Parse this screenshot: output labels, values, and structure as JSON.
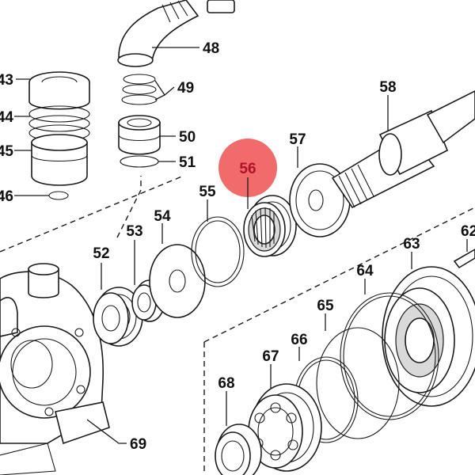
{
  "highlight_color": "#f26b6b",
  "labels": {
    "p43": "43",
    "p44": "44",
    "p45": "45",
    "p46": "46",
    "p48": "48",
    "p49": "49",
    "p50": "50",
    "p51": "51",
    "p52": "52",
    "p53": "53",
    "p54": "54",
    "p55": "55",
    "p56": "56",
    "p57": "57",
    "p58": "58",
    "p62": "62",
    "p63": "63",
    "p64": "64",
    "p65": "65",
    "p66": "66",
    "p67": "67",
    "p68": "68",
    "p69": "69"
  }
}
